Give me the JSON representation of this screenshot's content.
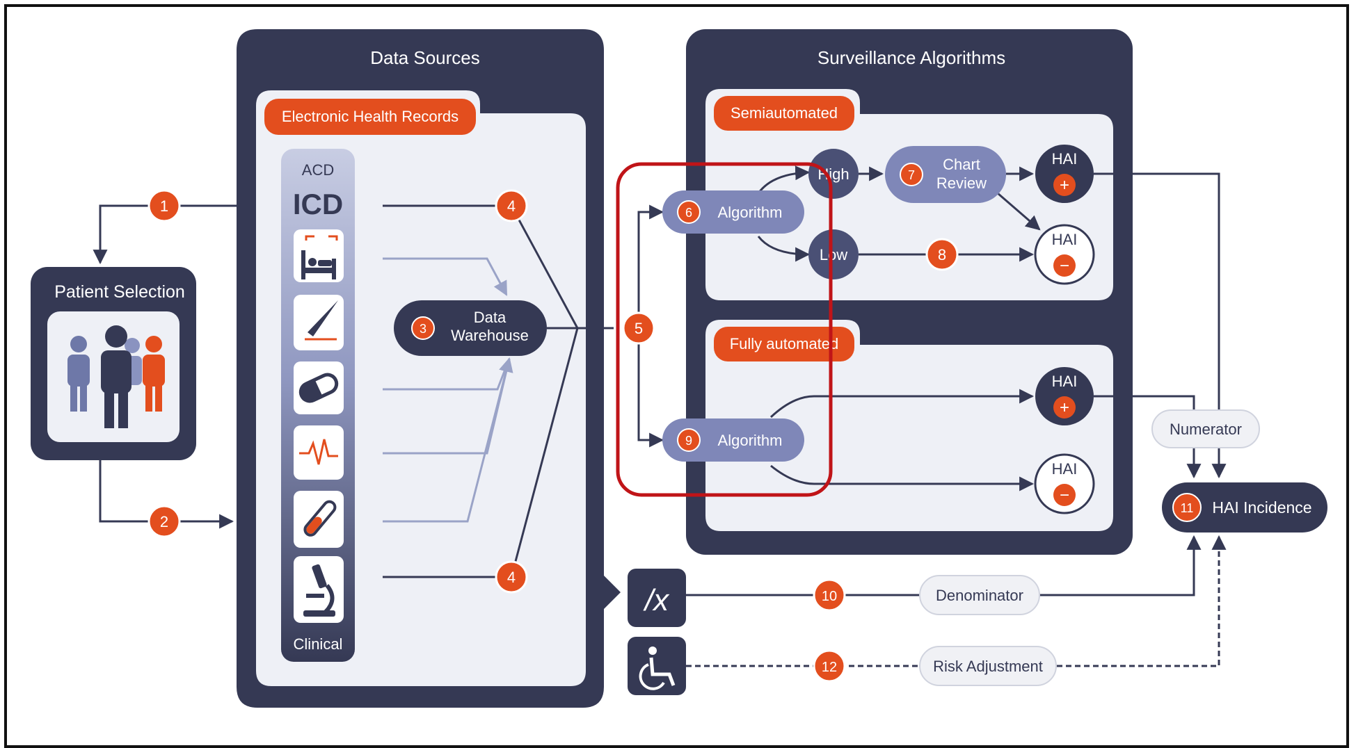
{
  "colors": {
    "navy": "#353954",
    "panel": "#eef0f6",
    "accent": "#e34e1e",
    "slate": "#7f87b8",
    "pill_gray": "#f0f1f5",
    "highlight": "#c01418",
    "arrow_light": "#9aa3c7"
  },
  "patient_selection": {
    "title": "Patient Selection",
    "icon": "people-group-icon"
  },
  "data_sources": {
    "title": "Data Sources",
    "ehr_label": "Electronic Health Records",
    "column_top": "ACD",
    "column_bottom": "Clinical",
    "icons": [
      {
        "name": "icd-icon",
        "text": "ICD"
      },
      {
        "name": "hospital-bed-icon"
      },
      {
        "name": "scalpel-icon"
      },
      {
        "name": "pill-icon"
      },
      {
        "name": "heartbeat-icon"
      },
      {
        "name": "test-tube-icon"
      },
      {
        "name": "microscope-icon"
      }
    ],
    "warehouse": {
      "line1": "Data",
      "line2": "Warehouse"
    }
  },
  "surveillance": {
    "title": "Surveillance Algorithms",
    "semi_label": "Semiautomated",
    "full_label": "Fully automated",
    "algorithm_label": "Algorithm",
    "high_label": "High",
    "low_label": "Low",
    "chart_review": {
      "line1": "Chart",
      "line2": "Review"
    },
    "hai_label": "HAI",
    "plus": "+",
    "minus": "−"
  },
  "outputs": {
    "numerator": "Numerator",
    "denominator": "Denominator",
    "risk_adjustment": "Risk Adjustment",
    "hai_incidence": "HAI Incidence",
    "fraction_symbol": "/x",
    "wheelchair_icon": "wheelchair-icon"
  },
  "steps": [
    "1",
    "2",
    "3",
    "4",
    "5",
    "6",
    "7",
    "8",
    "9",
    "10",
    "11",
    "12"
  ]
}
